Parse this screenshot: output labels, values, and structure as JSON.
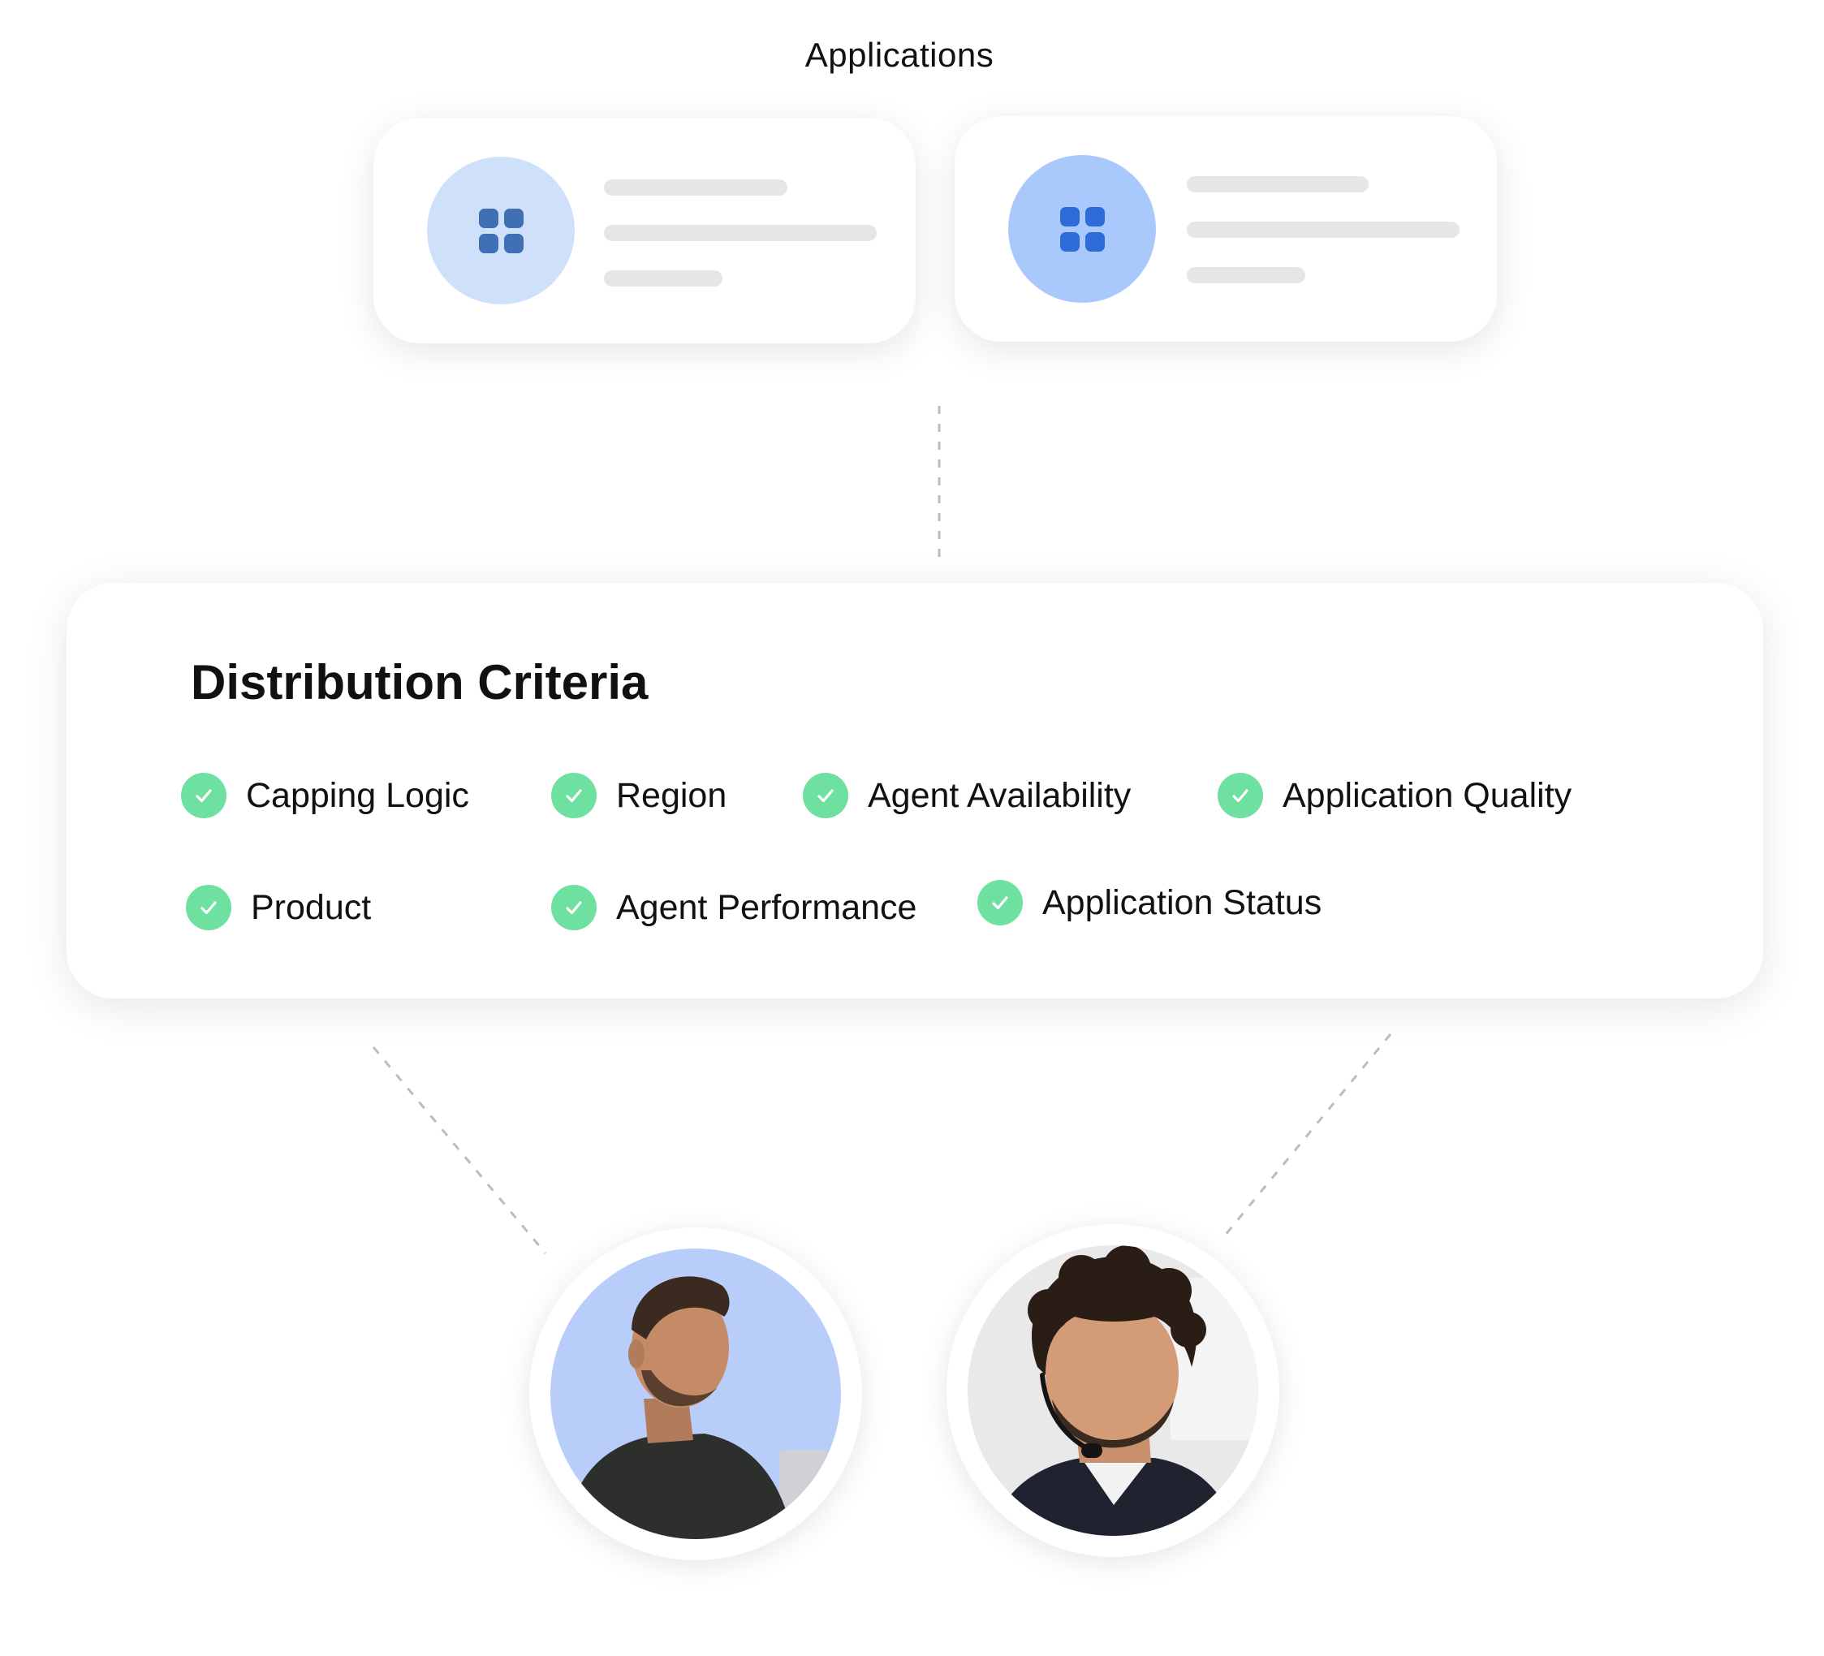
{
  "header": {
    "title": "Applications"
  },
  "applications": [
    {
      "icon": "app-grid-icon",
      "circle_color": "#cfe0fb",
      "icon_color": "#3f6fb5"
    },
    {
      "icon": "app-grid-icon",
      "circle_color": "#a9c8fb",
      "icon_color": "#2f6ad9"
    }
  ],
  "criteria": {
    "title": "Distribution Criteria",
    "items": [
      {
        "label": "Capping Logic"
      },
      {
        "label": "Region"
      },
      {
        "label": "Agent Availability"
      },
      {
        "label": "Application Quality"
      },
      {
        "label": "Product"
      },
      {
        "label": "Agent Performance"
      },
      {
        "label": "Application Status"
      }
    ],
    "check_color": "#6ee0a0"
  },
  "agents": [
    {
      "icon": "agent-avatar-photo",
      "background": "#b9cdfb"
    },
    {
      "icon": "agent-headset-avatar-photo",
      "background": "#e9e9ea"
    }
  ]
}
